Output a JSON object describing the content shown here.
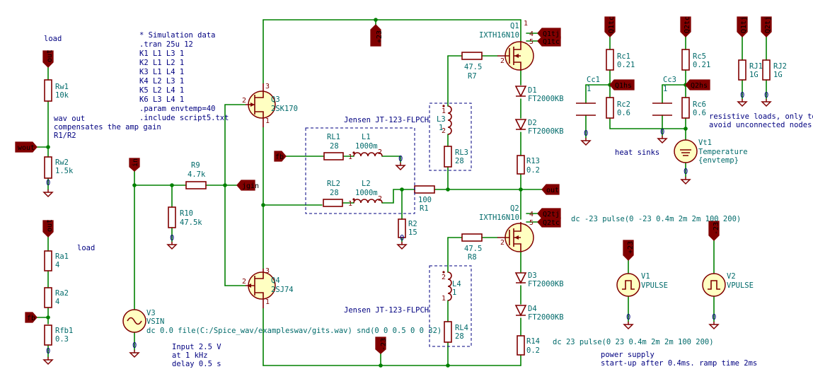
{
  "sim_text": [
    "* Simulation data",
    ".tran 25u 12",
    "K1 L1 L3 1",
    "K2 L1 L2 1",
    "K3 L1 L4 1",
    "K4 L2 L3 1",
    "K5 L2 L4 1",
    "K6 L3 L4 1",
    ".param envtemp=40",
    ".include script5.txt"
  ],
  "notes": {
    "load_top": "load",
    "wav_out": [
      "wav out",
      "compensates the amp gain",
      "R1/R2"
    ],
    "load_mid": "load",
    "input": [
      "Input 2.5 V",
      "at 1 kHz",
      "delay 0.5 s"
    ],
    "jensen1": "Jensen JT-123-FLPCH",
    "jensen2": "Jensen JT-123-FLPCH",
    "heat_sinks": "heat sinks",
    "resistive": [
      "resistive loads, only to",
      "avoid unconnected nodes"
    ],
    "power": [
      "power supply",
      "start-up after 0.4ms. ramp time 2ms"
    ]
  },
  "labels": {
    "out_top": "out",
    "wout": "wout",
    "out_mid": "out",
    "fb_left": "fb",
    "in": "in",
    "jgin": "jgin",
    "fb_mid": "fb",
    "p23": "+23",
    "m23": "-23",
    "out_right": "out",
    "q1tj": "Q1tj",
    "q1tc": "Q1tc",
    "q2tj": "Q2tj",
    "q2tc": "Q2tc",
    "q1tc_top": "Q1tc",
    "q2tc_top": "Q2tc",
    "q1tj_top": "Q1tj",
    "q2tj_top": "Q2tj",
    "q1hs": "Q1hs",
    "q2hs": "Q2hs",
    "p23_src": "+23",
    "m23_src": "-23"
  },
  "components": {
    "rw1": {
      "ref": "Rw1",
      "value": "10k"
    },
    "rw2": {
      "ref": "Rw2",
      "value": "1.5k"
    },
    "ra1": {
      "ref": "Ra1",
      "value": "4"
    },
    "ra2": {
      "ref": "Ra2",
      "value": "4"
    },
    "rfb1": {
      "ref": "Rfb1",
      "value": "0.3"
    },
    "v3": {
      "ref": "V3",
      "value": "VSIN",
      "spice": "dc 0.0 file(C:/Spice_wav/exampleswav/gits.wav) snd(0 0 0.5 0 0 32)"
    },
    "r9": {
      "ref": "R9",
      "value": "4.7k"
    },
    "r10": {
      "ref": "R10",
      "value": "47.5k"
    },
    "q3": {
      "ref": "Q3",
      "value": "2SK170"
    },
    "q4": {
      "ref": "Q4",
      "value": "2SJ74"
    },
    "rl1": {
      "ref": "RL1",
      "value": "28"
    },
    "l1": {
      "ref": "L1",
      "value": "1000m"
    },
    "rl2": {
      "ref": "RL2",
      "value": "28"
    },
    "l2": {
      "ref": "L2",
      "value": "1000m"
    },
    "r1": {
      "ref": "R1",
      "value": "100"
    },
    "r2": {
      "ref": "R2",
      "value": "15"
    },
    "l3": {
      "ref": "L3",
      "value": "1"
    },
    "rl3": {
      "ref": "RL3",
      "value": "28"
    },
    "l4": {
      "ref": "L4",
      "value": "1"
    },
    "rl4": {
      "ref": "RL4",
      "value": "28"
    },
    "r7": {
      "ref": "R7",
      "value": "47.5"
    },
    "r8": {
      "ref": "R8",
      "value": "47.5"
    },
    "q1": {
      "ref": "Q1",
      "value": "IXTH16N10"
    },
    "q2": {
      "ref": "Q2",
      "value": "IXTH16N10"
    },
    "d1": {
      "ref": "D1",
      "value": "FT2000KB"
    },
    "d2": {
      "ref": "D2",
      "value": "FT2000KB"
    },
    "d3": {
      "ref": "D3",
      "value": "FT2000KB"
    },
    "d4": {
      "ref": "D4",
      "value": "FT2000KB"
    },
    "r13": {
      "ref": "R13",
      "value": "0.2"
    },
    "r14": {
      "ref": "R14",
      "value": "0.2"
    },
    "rc1": {
      "ref": "Rc1",
      "value": "0.21"
    },
    "rc2": {
      "ref": "Rc2",
      "value": "0.6"
    },
    "cc1": {
      "ref": "Cc1",
      "value": "1"
    },
    "rc5": {
      "ref": "Rc5",
      "value": "0.21"
    },
    "rc6": {
      "ref": "Rc6",
      "value": "0.6"
    },
    "cc3": {
      "ref": "Cc3",
      "value": "1"
    },
    "rj1": {
      "ref": "RJ1",
      "value": "1G"
    },
    "rj2": {
      "ref": "RJ2",
      "value": "1G"
    },
    "vt1": {
      "ref": "Vt1",
      "value": "Temperature",
      "param": "{envtemp}"
    },
    "v1": {
      "ref": "V1",
      "value": "VPULSE",
      "spice": "dc 23 pulse(0 23 0.4m 2m 2m 100 200)"
    },
    "v2": {
      "ref": "V2",
      "value": "VPULSE",
      "spice": "dc -23 pulse(0 -23 0.4m 2m 2m 100 200)"
    }
  },
  "pins": {
    "one": "1",
    "two": "2",
    "three": "3",
    "four": "4",
    "five": "5",
    "zero": "0"
  }
}
